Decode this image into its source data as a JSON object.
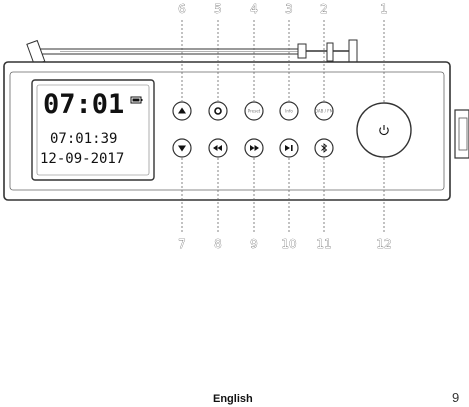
{
  "callouts_top": [
    "6",
    "5",
    "4",
    "3",
    "2",
    "1"
  ],
  "callouts_bottom": [
    "7",
    "8",
    "9",
    "10",
    "11",
    "12"
  ],
  "display": {
    "big_time": "07:01",
    "time": "07:01:39",
    "date": "12-09-2017"
  },
  "buttons": {
    "preset_label": "Preset",
    "info_label": "Info",
    "mode_label": "DAB / FM"
  },
  "footer": {
    "language": "English",
    "page_number": "9"
  }
}
